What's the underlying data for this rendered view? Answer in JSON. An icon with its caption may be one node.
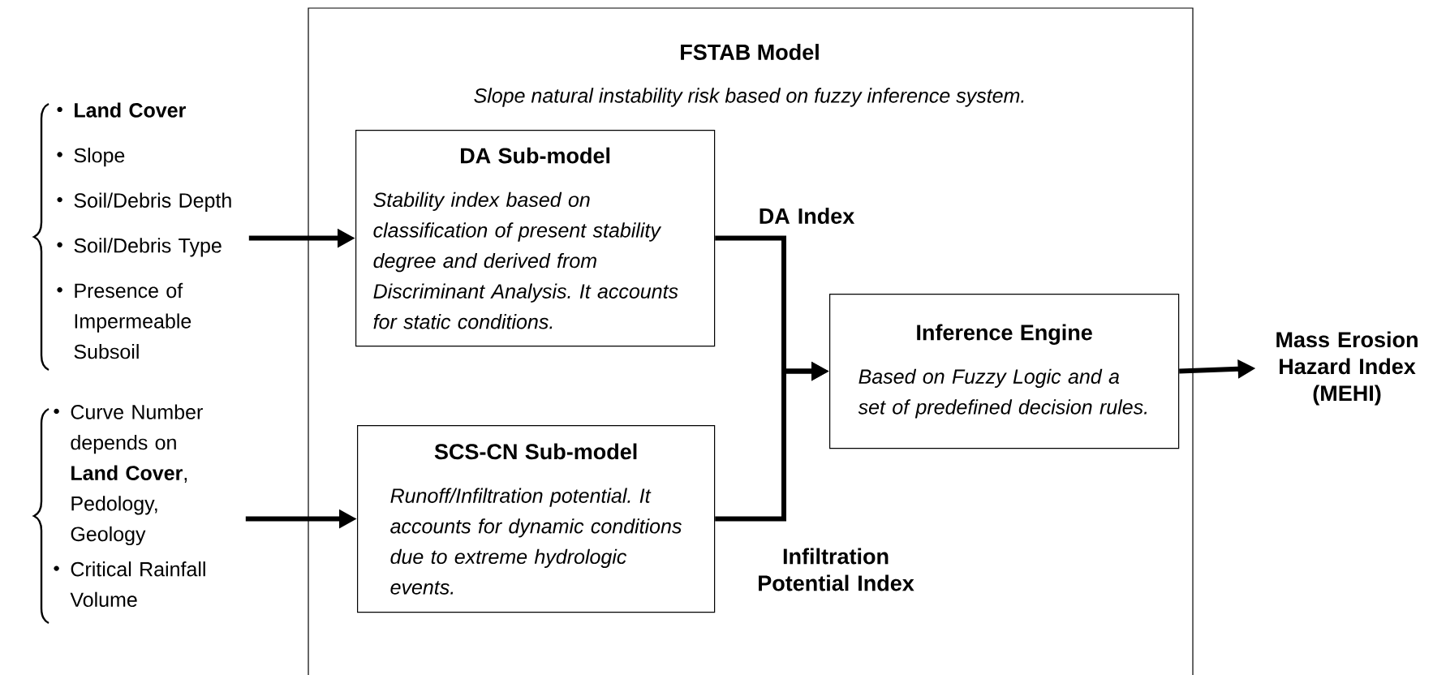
{
  "diagram": {
    "nodes": [
      {
        "text": [
          "FSTAB Model",
          "Slope natural instability risk based on fuzzy inference system."
        ]
      },
      {
        "text": [
          "DA Sub-model",
          "Stability index based on classification of present stability degree and derived from Discriminant Analysis. It accounts for static conditions."
        ],
        "in": 0
      },
      {
        "text": [
          "SCS-CN Sub-model",
          "Runoff/Infiltration potential. It accounts for dynamic conditions due to extreme hydrologic events."
        ],
        "in": 0
      },
      {
        "text": [
          "Inference Engine",
          "Based on Fuzzy Logic and a set of predefined decision rules."
        ],
        "in": 0
      },
      {
        "text": [
          "Mass Erosion Hazard Index (MEHI)"
        ]
      },
      {
        "text": [
          "**Land Cover**",
          "Slope",
          "Soil/Debris Depth",
          "Soil/Debris Type",
          "Presence of Impermeable Subsoil"
        ]
      },
      {
        "text": [
          "Curve Number depends on **Land Cover**, Pedology, Geology",
          "Critical Rainfall Volume"
        ]
      }
    ],
    "edges": [
      {
        "from": 5,
        "to": 1,
        "arrow": "to"
      },
      {
        "from": 6,
        "to": 2,
        "arrow": "to"
      },
      {
        "from": 1,
        "to": 3,
        "arrow": "to",
        "label": "DA Index"
      },
      {
        "from": 2,
        "to": 3,
        "arrow": "to",
        "label": "Infiltration Potential Index"
      },
      {
        "from": 3,
        "to": 4,
        "arrow": "to"
      }
    ]
  }
}
